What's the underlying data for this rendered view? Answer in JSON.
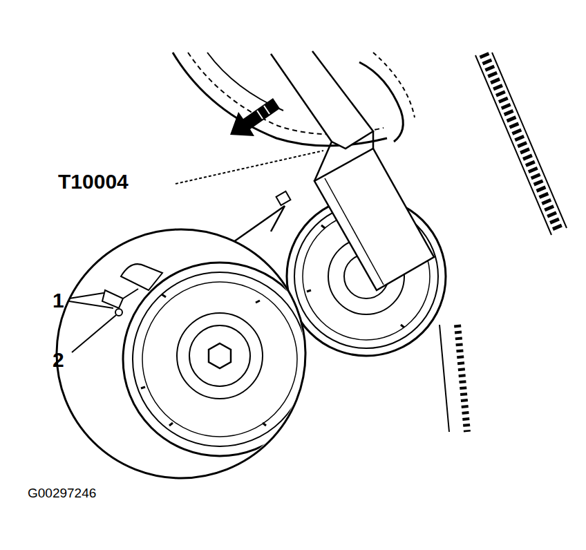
{
  "diagram": {
    "labels": [
      "T10004",
      "1",
      "2",
      "G00297246"
    ]
  }
}
